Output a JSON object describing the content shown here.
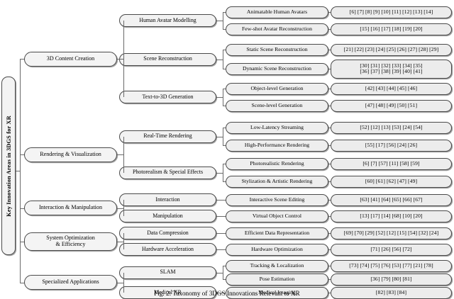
{
  "figure": {
    "caption": "Fig. 2: Taxonomy of 3DGS Innovations Relevant to XR",
    "root_label": "Key Innovation Areas in 3DGS for XR",
    "type": "tree-taxonomy",
    "accent_border": "#4a4a4a",
    "node_fill": "#f1f1f1"
  },
  "categories": [
    {
      "label": "3D Content Creation",
      "subcategories": [
        {
          "label": "Human Avatar Modelling",
          "leaves": [
            {
              "label": "Animatable Human Avatars",
              "citations": "[6] [7] [8] [9] [10] [11] [12] [13] [14]"
            },
            {
              "label": "Few-shot Avatar Reconstruction",
              "citations": "[15] [16] [17] [18] [19] [20]"
            }
          ]
        },
        {
          "label": "Scene Reconstruction",
          "leaves": [
            {
              "label": "Static Scene Reconstruction",
              "citations": "[21] [22] [23] [24] [25] [26] [27] [28] [29]"
            },
            {
              "label": "Dynamic Scene Reconstruction",
              "citations": "[30] [31] [32] [33] [34] [35]\n[36] [37] [38] [39] [40] [41]"
            }
          ]
        },
        {
          "label": "Text-to-3D Generation",
          "leaves": [
            {
              "label": "Object-level Generation",
              "citations": "[42] [43] [44] [45] [46]"
            },
            {
              "label": "Scene-level Generation",
              "citations": "[47] [48] [49] [50] [51]"
            }
          ]
        }
      ]
    },
    {
      "label": "Rendering & Visualization",
      "subcategories": [
        {
          "label": "Real-Time Rendering",
          "leaves": [
            {
              "label": "Low-Latency Streaming",
              "citations": "[52] [12] [13] [53] [24] [54]"
            },
            {
              "label": "High-Performance Rendering",
              "citations": "[55] [17] [56] [24] [26]"
            }
          ]
        },
        {
          "label": "Photorealism & Special Effects",
          "leaves": [
            {
              "label": "Photorealistic Rendering",
              "citations": "[6] [7] [57] [11] [58] [59]"
            },
            {
              "label": "Stylization & Artistic Rendering",
              "citations": "[60] [61] [62] [47] [49]"
            }
          ]
        }
      ]
    },
    {
      "label": "Interaction & Manipulation",
      "subcategories": [
        {
          "label": "Interaction",
          "leaves": [
            {
              "label": "Interactive Scene Editing",
              "citations": "[63] [41] [64] [65] [66] [67]"
            }
          ]
        },
        {
          "label": "Manipulation",
          "leaves": [
            {
              "label": "Virtual Object Control",
              "citations": "[13] [17] [14] [68] [10] [20]"
            }
          ]
        }
      ]
    },
    {
      "label": "System Optimization\n& Efficiency",
      "subcategories": [
        {
          "label": "Data Compression",
          "leaves": [
            {
              "label": "Efficient Data Representation",
              "citations": "[69] [70] [29] [52] [12] [15] [54] [32] [24]"
            }
          ]
        },
        {
          "label": "Hardware Acceleration",
          "leaves": [
            {
              "label": "Hardware Optimization",
              "citations": "[71] [26] [56] [72]"
            }
          ]
        }
      ]
    },
    {
      "label": "Specialized Applications",
      "subcategories": [
        {
          "label": "SLAM",
          "leaves": [
            {
              "label": "Tracking & Localization",
              "citations": "[73] [74] [75] [76] [53] [77] [21] [78]"
            },
            {
              "label": "Pose Estimation",
              "citations": "[36] [79] [80] [81]"
            }
          ]
        },
        {
          "label": "Medical XR",
          "leaves": [
            {
              "label": "Medical Imaging",
              "citations": "[82] [83] [84]"
            }
          ]
        }
      ]
    }
  ],
  "layout": {
    "leaf_rows_y": [
      17,
      42,
      67,
      92,
      117,
      142,
      167,
      192,
      217,
      242,
      267,
      292,
      317,
      342,
      367,
      392
    ],
    "col_x": {
      "root": 2,
      "lvl1": 34,
      "lvl2": 168,
      "lvl3": 318,
      "cite": 466
    }
  }
}
